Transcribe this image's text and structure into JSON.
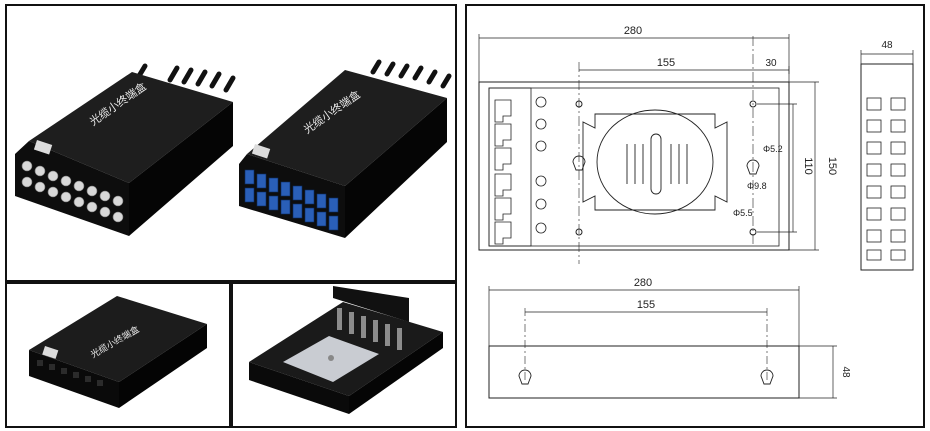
{
  "photos": {
    "main": {
      "products": [
        {
          "product_label": "光缆小终端盒",
          "port_type": "FC"
        },
        {
          "product_label": "光缆小终端盒",
          "port_type": "SC"
        }
      ]
    },
    "closed": {
      "product_label": "光缆小终端盒"
    },
    "open": {}
  },
  "drawing": {
    "top_view": {
      "dims": {
        "overall_width": "280",
        "hole_spacing": "155",
        "edge_offset": "30",
        "overall_height": "150",
        "hole_height": "110",
        "hole_diameter_upper": "Φ5.2",
        "slot_diameter": "Φ9.8",
        "hole_diameter_lower": "Φ5.5"
      }
    },
    "side_view": {
      "dims": {
        "depth": "48"
      }
    },
    "back_view": {
      "dims": {
        "overall_width": "280",
        "hole_spacing": "155",
        "depth": "48"
      }
    }
  },
  "colors": {
    "box_body": "#121212",
    "sc_adapter": "#2a5fb8",
    "fc_adapter": "#d8d8d8",
    "tray": "#c9ccd2",
    "line": "#222222"
  }
}
